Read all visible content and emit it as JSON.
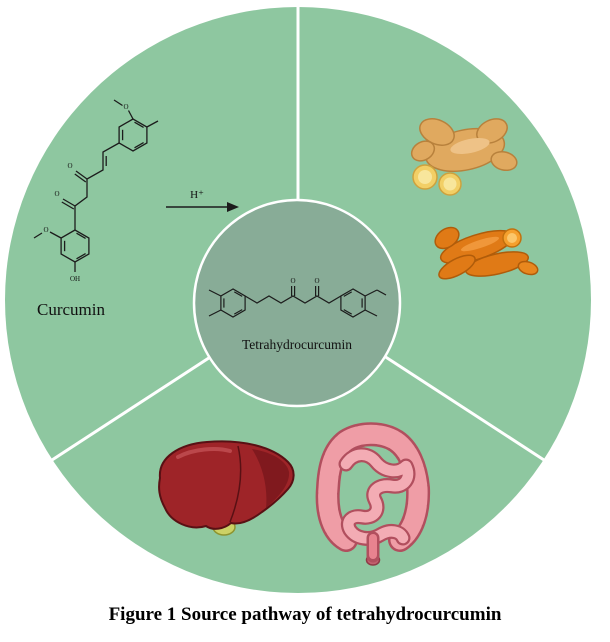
{
  "figure": {
    "caption": "Figure 1 Source pathway of tetrahydrocurcumin"
  },
  "labels": {
    "curcumin": "Curcumin",
    "tetrahydrocurcumin": "Tetrahydrocurcumin",
    "reaction_condition": "H⁺",
    "oxygen": "O",
    "hydroxyl": "OH"
  },
  "colors": {
    "background": "#ffffff",
    "outer_circle": "#8ec7a0",
    "inner_circle": "#88ac97",
    "divider": "#ffffff",
    "bond": "#1c1c1c",
    "caption_text": "#000000",
    "ginger_body": "#e0a95f",
    "turmeric_body": "#e07a16",
    "liver_body": "#9e2428",
    "intestine_body": "#ef9da6"
  },
  "illustrations": {
    "ginger": "ginger-rhizome",
    "turmeric": "turmeric-rhizome",
    "liver": "liver-organ",
    "intestine": "intestines-organ"
  }
}
